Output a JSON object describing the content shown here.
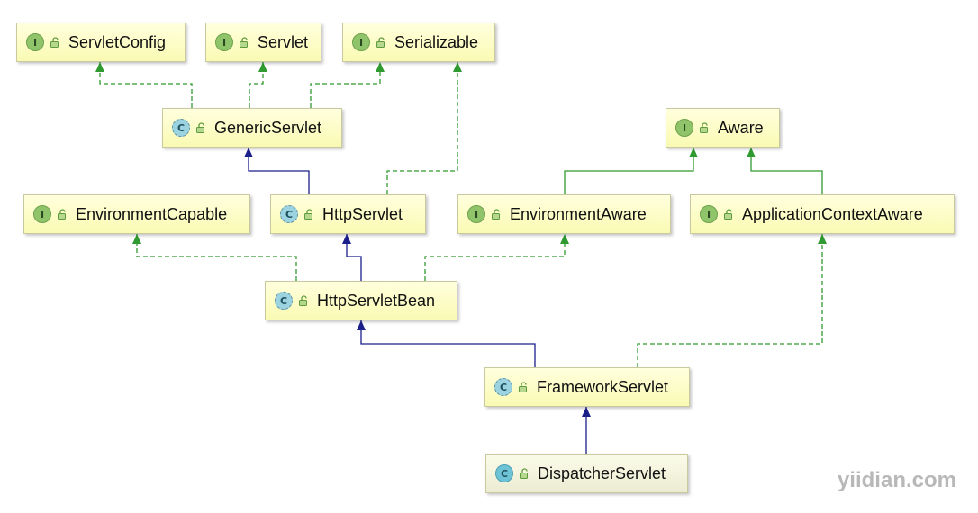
{
  "diagram": {
    "nodes": [
      {
        "id": "ServletConfig",
        "label": "ServletConfig",
        "kind": "interface",
        "badge": "I"
      },
      {
        "id": "Servlet",
        "label": "Servlet",
        "kind": "interface",
        "badge": "I"
      },
      {
        "id": "Serializable",
        "label": "Serializable",
        "kind": "interface",
        "badge": "I"
      },
      {
        "id": "GenericServlet",
        "label": "GenericServlet",
        "kind": "abstract",
        "badge": "C"
      },
      {
        "id": "Aware",
        "label": "Aware",
        "kind": "interface",
        "badge": "I"
      },
      {
        "id": "EnvironmentCapable",
        "label": "EnvironmentCapable",
        "kind": "interface",
        "badge": "I"
      },
      {
        "id": "HttpServlet",
        "label": "HttpServlet",
        "kind": "abstract",
        "badge": "C"
      },
      {
        "id": "EnvironmentAware",
        "label": "EnvironmentAware",
        "kind": "interface",
        "badge": "I"
      },
      {
        "id": "ApplicationContextAware",
        "label": "ApplicationContextAware",
        "kind": "interface",
        "badge": "I"
      },
      {
        "id": "HttpServletBean",
        "label": "HttpServletBean",
        "kind": "abstract",
        "badge": "C"
      },
      {
        "id": "FrameworkServlet",
        "label": "FrameworkServlet",
        "kind": "abstract",
        "badge": "C"
      },
      {
        "id": "DispatcherServlet",
        "label": "DispatcherServlet",
        "kind": "class",
        "badge": "C"
      }
    ],
    "edges": [
      {
        "from": "GenericServlet",
        "to": "ServletConfig",
        "type": "implements"
      },
      {
        "from": "GenericServlet",
        "to": "Servlet",
        "type": "implements"
      },
      {
        "from": "GenericServlet",
        "to": "Serializable",
        "type": "implements"
      },
      {
        "from": "HttpServlet",
        "to": "GenericServlet",
        "type": "extends"
      },
      {
        "from": "HttpServlet",
        "to": "Serializable",
        "type": "implements"
      },
      {
        "from": "EnvironmentAware",
        "to": "Aware",
        "type": "extends-interface"
      },
      {
        "from": "ApplicationContextAware",
        "to": "Aware",
        "type": "extends-interface"
      },
      {
        "from": "HttpServletBean",
        "to": "EnvironmentCapable",
        "type": "implements"
      },
      {
        "from": "HttpServletBean",
        "to": "HttpServlet",
        "type": "extends"
      },
      {
        "from": "HttpServletBean",
        "to": "EnvironmentAware",
        "type": "implements"
      },
      {
        "from": "FrameworkServlet",
        "to": "HttpServletBean",
        "type": "extends"
      },
      {
        "from": "FrameworkServlet",
        "to": "ApplicationContextAware",
        "type": "implements"
      },
      {
        "from": "DispatcherServlet",
        "to": "FrameworkServlet",
        "type": "extends"
      }
    ],
    "colors": {
      "extends": "#1b1f8a",
      "implements": "#2f9a2f",
      "extends-interface": "#2f9a2f",
      "node_fill": "#ffffcc",
      "final_fill": "#f3f3dd"
    }
  },
  "watermark": "yiidian.com"
}
